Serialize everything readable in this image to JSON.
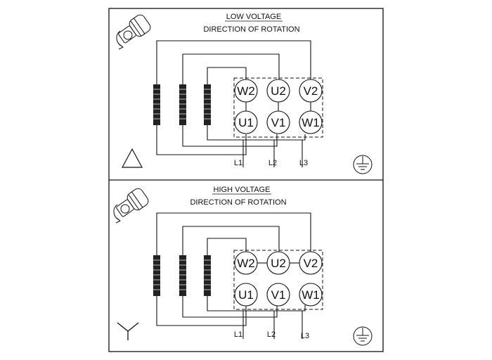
{
  "panels": [
    {
      "title": "LOW VOLTAGE",
      "subtitle": "DIRECTION OF ROTATION",
      "connection": "delta",
      "top_terminals": [
        "W2",
        "U2",
        "V2"
      ],
      "bottom_terminals": [
        "U1",
        "V1",
        "W1"
      ],
      "lines": [
        "L1",
        "L2",
        "L3"
      ]
    },
    {
      "title": "HIGH VOLTAGE",
      "subtitle": "DIRECTION OF ROTATION",
      "connection": "star",
      "top_terminals": [
        "W2",
        "U2",
        "V2"
      ],
      "bottom_terminals": [
        "U1",
        "V1",
        "W1"
      ],
      "lines": [
        "L1",
        "L2",
        "L3"
      ]
    }
  ]
}
